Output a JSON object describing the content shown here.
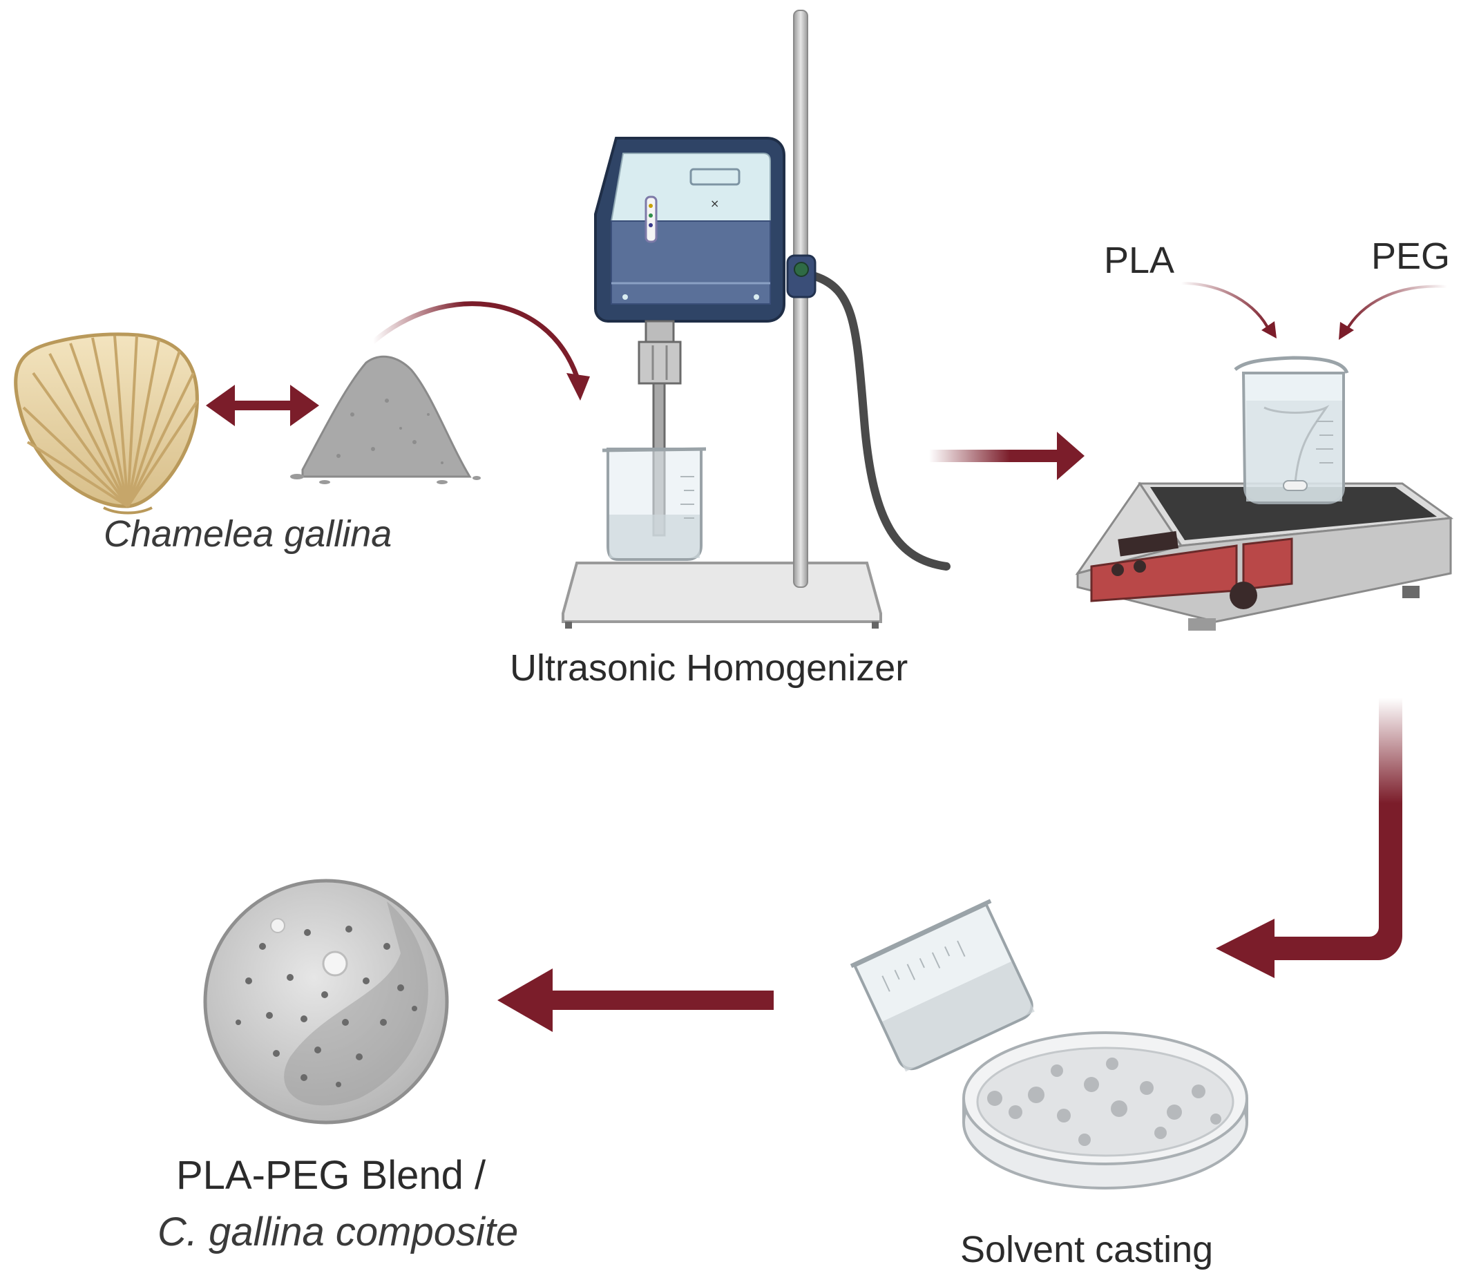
{
  "labels": {
    "shell": "Chamelea gallina",
    "homogenizer": "Ultrasonic Homogenizer",
    "pla": "PLA",
    "peg": "PEG",
    "casting": "Solvent casting",
    "blend_line1": "PLA-PEG Blend /",
    "blend_line2": "C. gallina composite"
  },
  "colors": {
    "arrow": "#7b1d2a",
    "instrument_frame": "#2f4466",
    "instrument_panel": "#5a7099",
    "hotplate_panel": "#b94848"
  },
  "icons": [
    "clam-shell-icon",
    "powder-pile-icon",
    "ultrasonic-homogenizer-icon",
    "beaker-icon",
    "hotplate-stirrer-icon",
    "pouring-beaker-icon",
    "petri-dish-icon",
    "composite-disc-icon"
  ]
}
